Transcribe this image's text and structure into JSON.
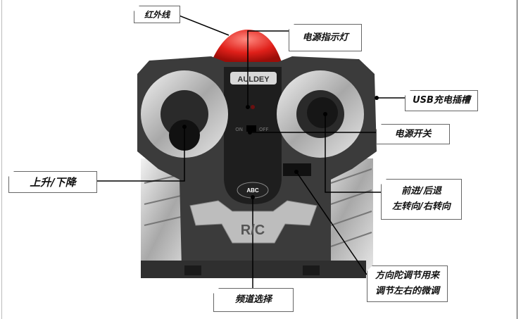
{
  "device": {
    "brand": "AULDEY",
    "channel_badge": "ABC",
    "rc_logo": "R/C",
    "switch_on": "ON",
    "switch_off": "OFF"
  },
  "labels": {
    "infrared": "红外线",
    "power_indicator": "电源指示灯",
    "usb_slot": "USB充电插槽",
    "power_switch": "电源开关",
    "up_down": "上升/下降",
    "direction_line1": "前进/后退",
    "direction_line2": "左转向/右转向",
    "trim_line1": "方向陀调节用来",
    "trim_line2": "调节左右的微调",
    "channel_select": "频道选择"
  },
  "colors": {
    "body": "#3a3a3a",
    "silver": "#c8c8c8",
    "light": "#e0201a"
  }
}
